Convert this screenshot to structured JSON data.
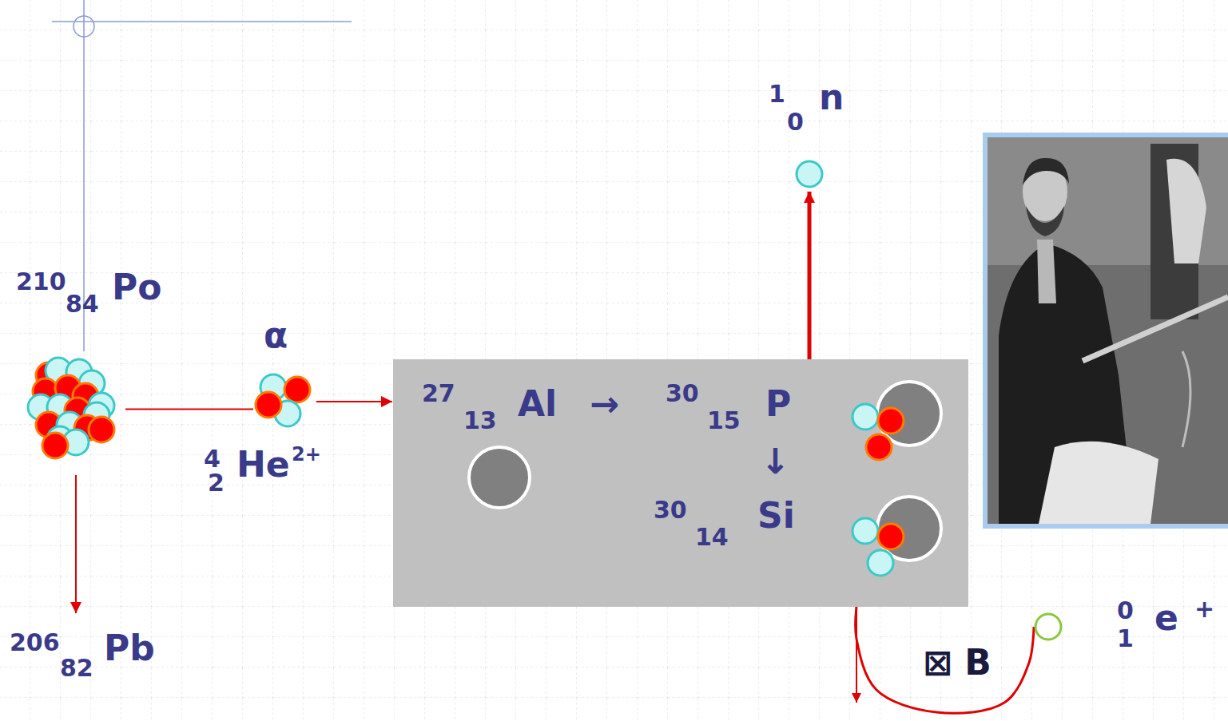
{
  "diagram": {
    "nodes": [
      {
        "text": [
          "210",
          "84",
          "Po"
        ]
      },
      {
        "text": [
          "α",
          "4",
          "2",
          "He",
          "2+"
        ]
      },
      {
        "text": [
          "27",
          "13",
          "Al",
          "→",
          "30",
          "15",
          "P",
          "↓",
          "30",
          "14",
          "Si"
        ]
      },
      {
        "text": [
          "1",
          "0",
          "n"
        ]
      },
      {
        "text": [
          "206",
          "82",
          "Pb"
        ]
      },
      {
        "text": [
          "0",
          "1",
          "e",
          "+"
        ]
      }
    ],
    "edges": [
      {
        "from": 0,
        "to": 1,
        "arrow": "none"
      },
      {
        "from": 1,
        "to": 2,
        "arrow": "to"
      },
      {
        "from": 0,
        "to": 4,
        "arrow": "to"
      },
      {
        "from": 2,
        "to": 3,
        "arrow": "to"
      },
      {
        "from": 2,
        "to": 5,
        "arrow": "none"
      }
    ],
    "labels": [
      "⊠ B"
    ]
  }
}
